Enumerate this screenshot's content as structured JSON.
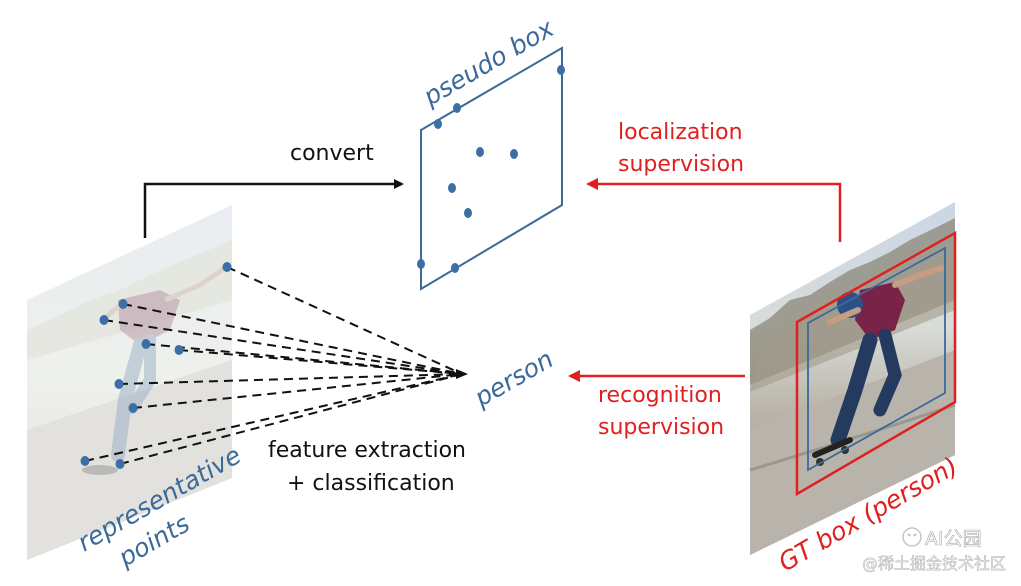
{
  "labels": {
    "pseudo_box": "pseudo box",
    "convert": "convert",
    "localization": "localization",
    "localization_supervision": "supervision",
    "person": "person",
    "recognition": "recognition",
    "recognition_supervision": "supervision",
    "feature_extraction": "feature extraction",
    "classification": "+ classification",
    "representative": "representative",
    "points": "points",
    "gt_box": "GT box (person)"
  },
  "watermark": {
    "line1": "AI公园",
    "line2": "@稀土掘金技术社区"
  },
  "colors": {
    "blue": "#3a6a9a",
    "dot": "#3b6fa6",
    "red": "#e0201e",
    "black": "#111111"
  }
}
